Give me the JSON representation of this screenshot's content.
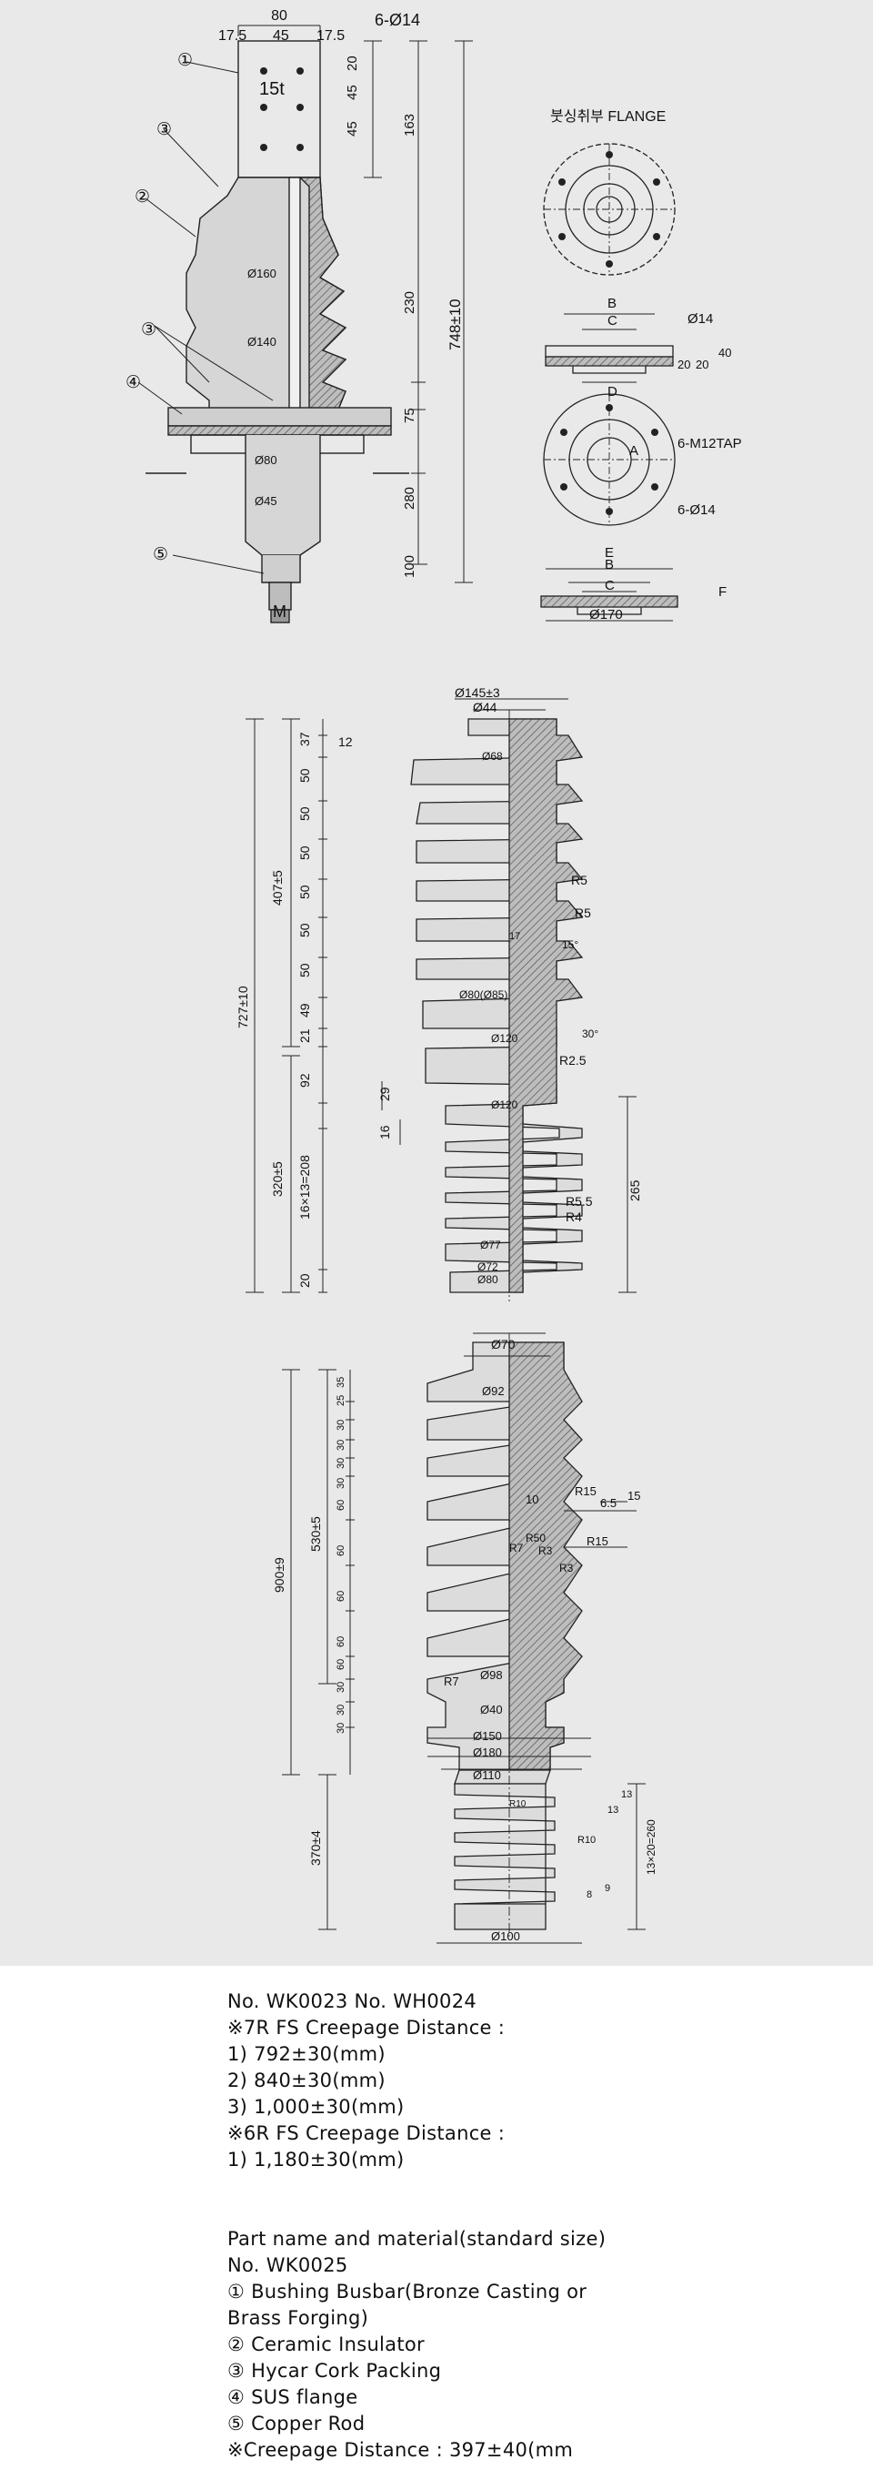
{
  "drawing1": {
    "dims_top": [
      "80",
      "17.5",
      "45",
      "17.5",
      "6-Ø14"
    ],
    "dims_side": [
      "20",
      "45",
      "45",
      "163",
      "230",
      "75",
      "280",
      "100",
      "748±10"
    ],
    "diameters": [
      "Ø160",
      "Ø140",
      "Ø80",
      "Ø45"
    ],
    "bolt_label": "15t",
    "callouts": [
      "①",
      "②",
      "③",
      "③",
      "④",
      "⑤"
    ],
    "rod_label": "M",
    "flange_title": "붓싱취부 FLANGE",
    "flange_dims": [
      "B",
      "C",
      "D",
      "Ø14",
      "20",
      "40",
      "20",
      "A",
      "6-M12TAP",
      "6-Ø14",
      "E",
      "B",
      "C",
      "Ø170",
      "F"
    ]
  },
  "drawing2": {
    "top_dims": [
      "Ø145±3",
      "Ø44"
    ],
    "left_dims": [
      "37",
      "12",
      "50",
      "50",
      "50",
      "50",
      "50",
      "50",
      "49",
      "21",
      "92",
      "29",
      "16",
      "16×13=208",
      "20"
    ],
    "outer_dims": [
      "407±5",
      "727±10",
      "320±5"
    ],
    "inner_dims": [
      "Ø68",
      "Ø80(Ø85)",
      "Ø120",
      "Ø120",
      "Ø77",
      "Ø72",
      "Ø80"
    ],
    "right_dims": [
      "R5",
      "R5",
      "15°",
      "17",
      "R2.5",
      "30°",
      "R5.5",
      "R4",
      "265"
    ]
  },
  "drawing3": {
    "top_dims": [
      "Ø70",
      "Ø92"
    ],
    "left_dims": [
      "35",
      "25",
      "30",
      "30",
      "30",
      "30",
      "60",
      "60",
      "60",
      "60",
      "60",
      "30",
      "30",
      "30"
    ],
    "outer_dims": [
      "530±5",
      "900±9",
      "370±4"
    ],
    "right_dims": [
      "R15",
      "10",
      "6.5",
      "15",
      "R15",
      "R50",
      "R7",
      "R3",
      "R3",
      "R7"
    ],
    "diameters": [
      "Ø98",
      "Ø40",
      "Ø150",
      "Ø180",
      "Ø110",
      "Ø100"
    ],
    "lower_dims": [
      "R10",
      "R10",
      "13",
      "13",
      "13×20=260",
      "8",
      "9"
    ]
  },
  "notes": {
    "models": "No. WK0023 No. WH0024",
    "fs7_title": "※7R FS Creepage Distance :",
    "fs7_1": "1) 792±30(mm)",
    "fs7_2": "2) 840±30(mm)",
    "fs7_3": "3) 1,000±30(mm)",
    "fs6_title": "※6R FS Creepage Distance :",
    "fs6_1": "1) 1,180±30(mm)",
    "parts_title": "Part name and material(standard size)",
    "model3": "No. WK0025",
    "part1a": "① Bushing Busbar(Bronze Casting or",
    "part1b": "Brass Forging)",
    "part2": "② Ceramic Insulator",
    "part3": "③ Hycar Cork Packing",
    "part4": "④ SUS flange",
    "part5": "⑤ Copper Rod",
    "creepage": "※Creepage Distance : 397±40(mm"
  }
}
